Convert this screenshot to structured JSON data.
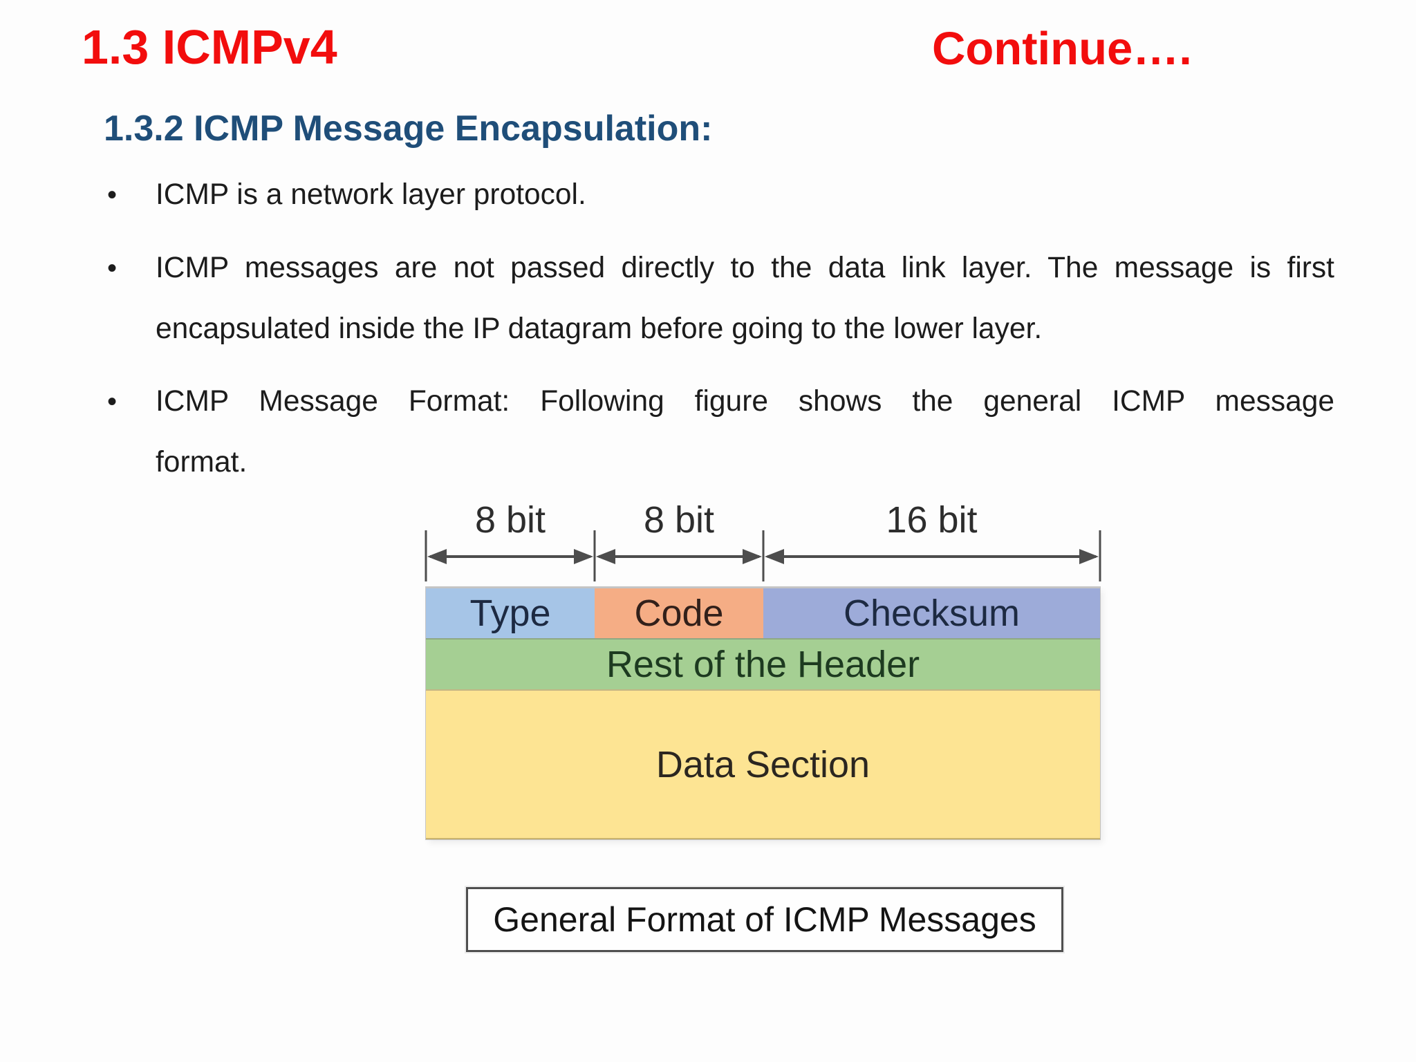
{
  "colors": {
    "title_red": "#f20d0d",
    "heading_blue": "#1f4e79",
    "body_text": "#1c1c1c",
    "field_type": "#a6c5e7",
    "field_code": "#f5ad85",
    "field_checksum": "#9dabd9",
    "row_rest_header": "#a5cf93",
    "row_data_section": "#fde493",
    "arrow_gray": "#4d4d4d"
  },
  "header": {
    "title": "1.3 ICMPv4",
    "continue_label": "Continue…."
  },
  "section": {
    "heading": "1.3.2 ICMP Message Encapsulation:"
  },
  "bullet_glyph": "•",
  "bullets": [
    {
      "lines": [
        "ICMP is a network layer protocol."
      ]
    },
    {
      "lines": [
        "ICMP messages are not passed directly to the data link layer. The message is first",
        "encapsulated inside the IP datagram before going to the lower layer."
      ]
    },
    {
      "lines": [
        "ICMP Message Format: Following figure shows the general ICMP message",
        "format."
      ]
    }
  ],
  "figure": {
    "bit_labels": [
      "8 bit",
      "8 bit",
      "16 bit"
    ],
    "fields": [
      {
        "label": "Type",
        "bits": "8"
      },
      {
        "label": "Code",
        "bits": "8"
      },
      {
        "label": "Checksum",
        "bits": "16"
      }
    ],
    "rest_of_header_label": "Rest of the Header",
    "data_section_label": "Data Section",
    "caption": "General Format of ICMP Messages"
  }
}
